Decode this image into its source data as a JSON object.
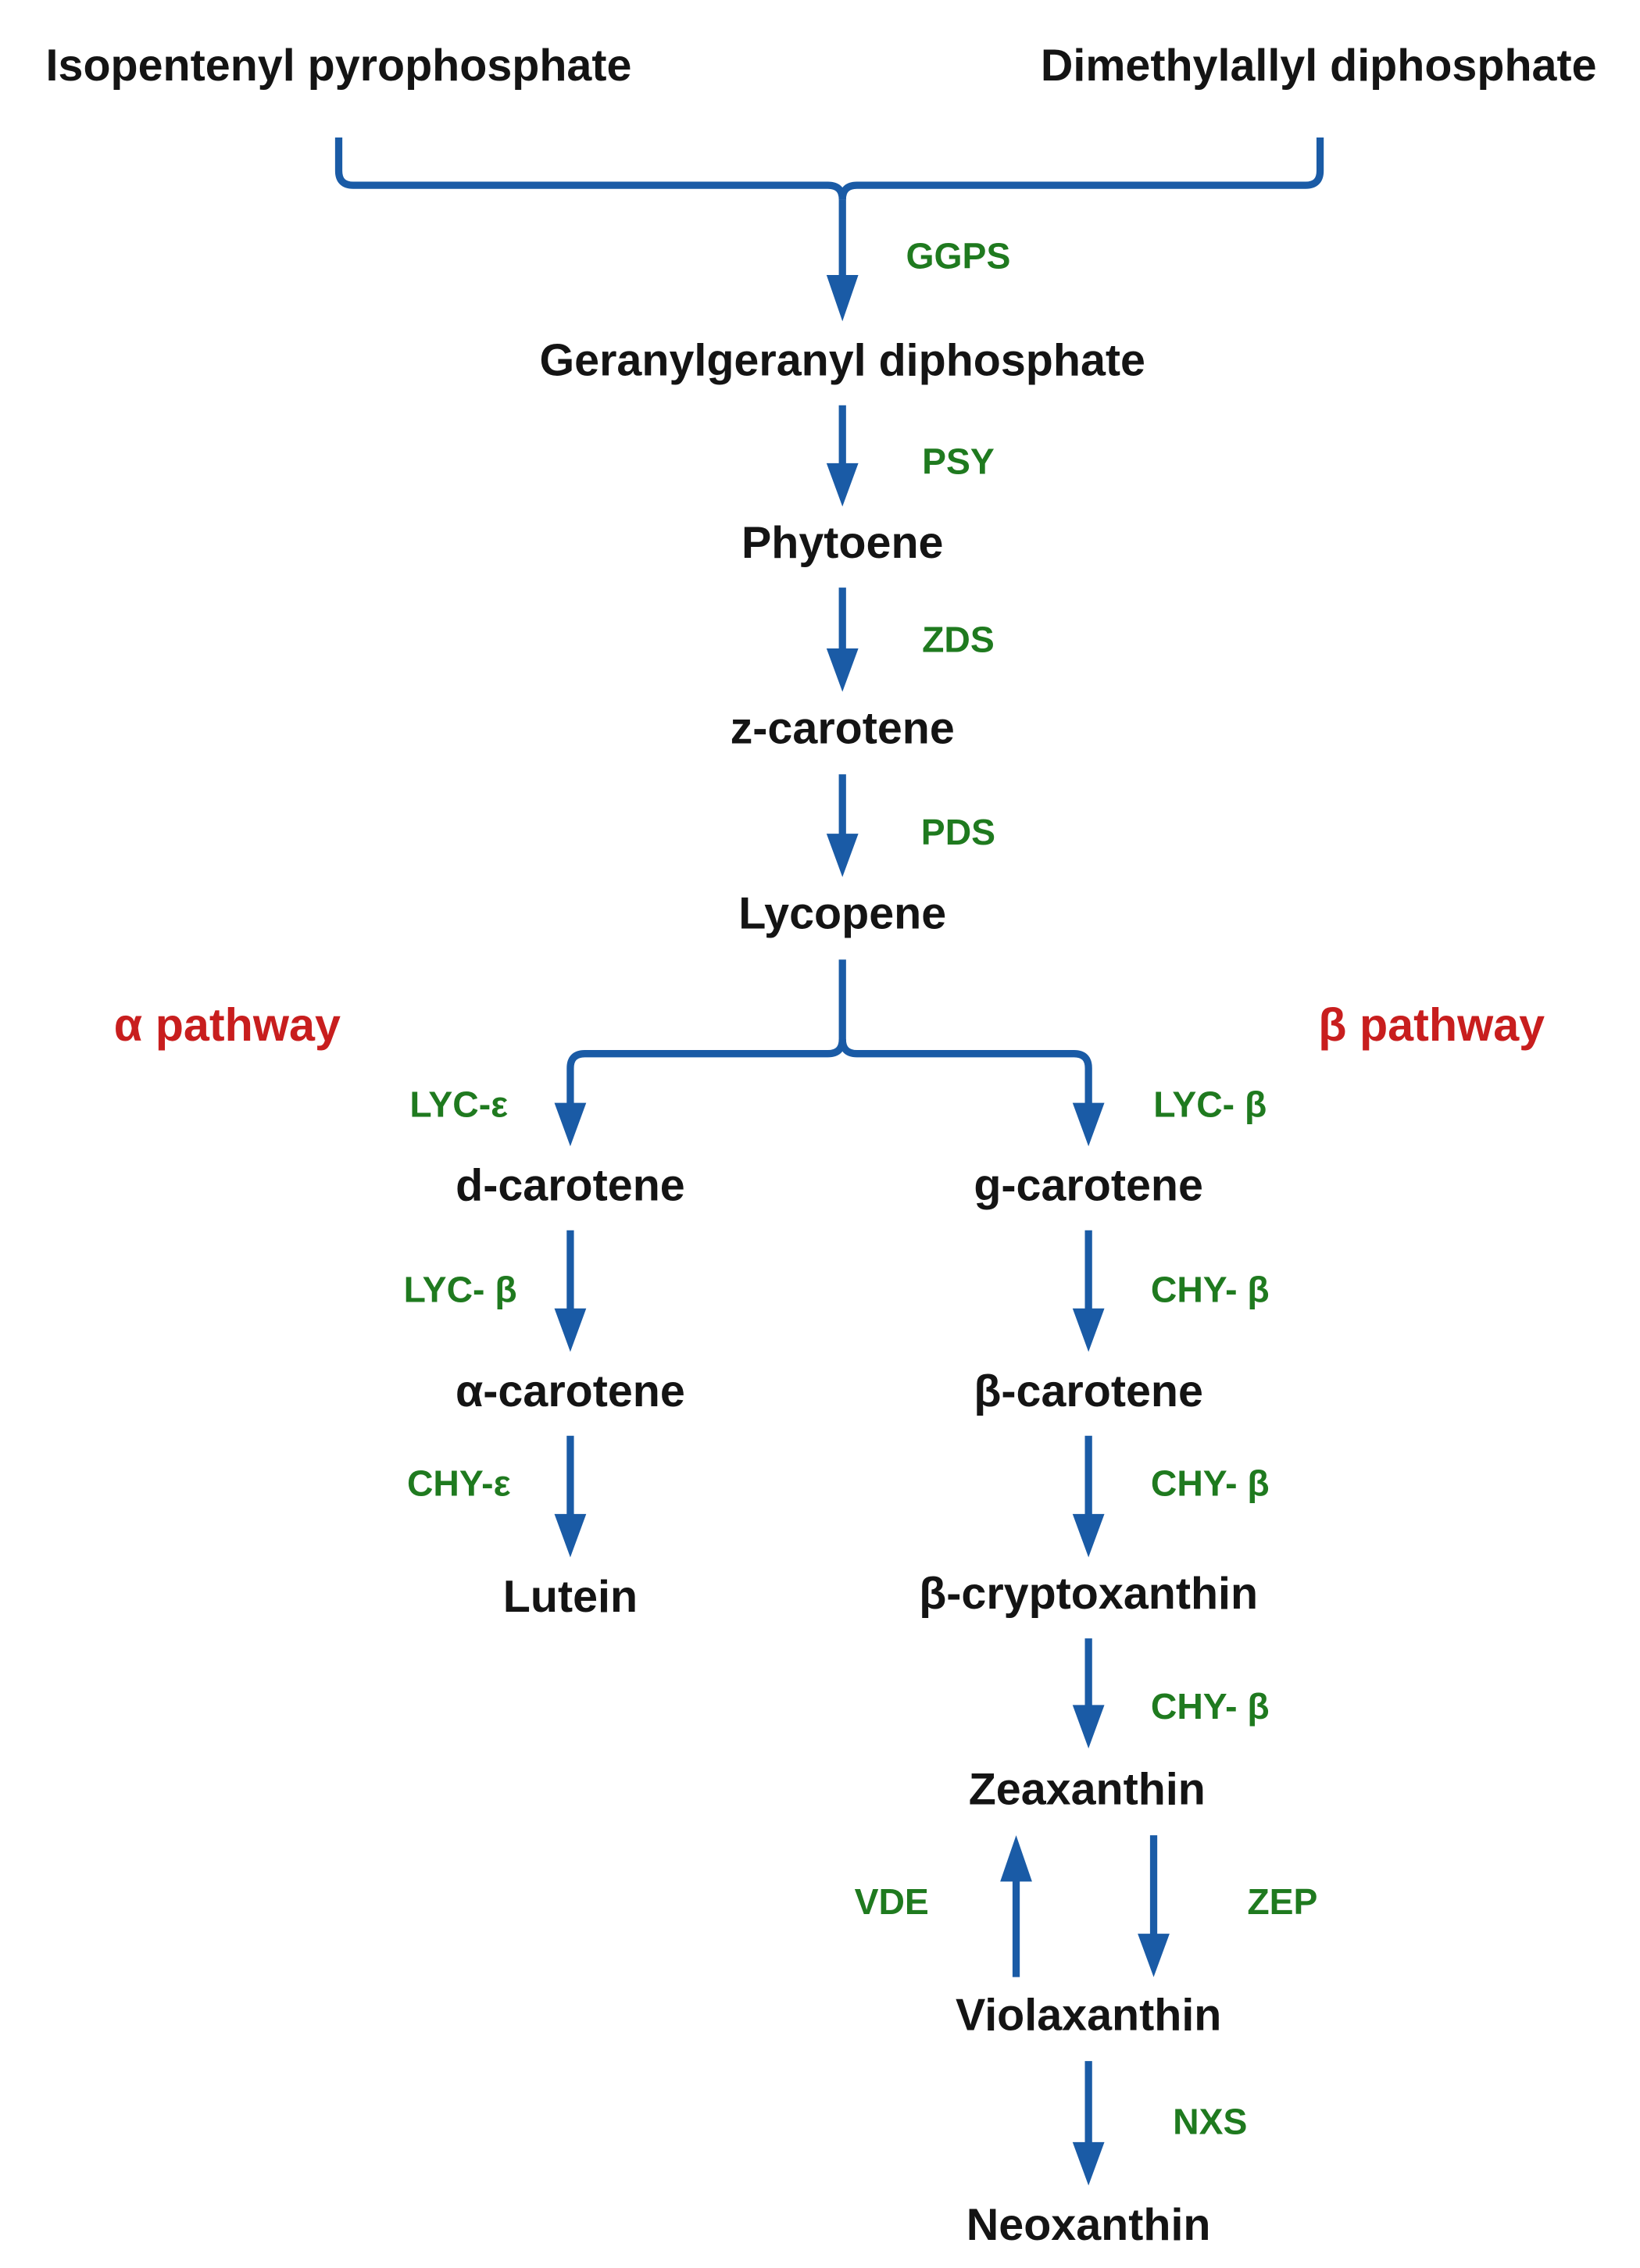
{
  "colors": {
    "node_text": "#141414",
    "enzyme_text": "#1f7a1f",
    "pathway_text": "#c81e1e",
    "arrow": "#1a5ba6",
    "background": "#ffffff"
  },
  "nodes": {
    "ipp": "Isopentenyl pyrophosphate",
    "dmapp": "Dimethylallyl diphosphate",
    "ggpp": "Geranylgeranyl diphosphate",
    "phytoene": "Phytoene",
    "z_carotene": "z-carotene",
    "lycopene": "Lycopene",
    "d_carotene": "d-carotene",
    "g_carotene": "g-carotene",
    "alpha_carotene": "α-carotene",
    "beta_carotene": "β-carotene",
    "lutein": "Lutein",
    "beta_cryptoxanthin": "β-cryptoxanthin",
    "zeaxanthin": "Zeaxanthin",
    "violaxanthin": "Violaxanthin",
    "neoxanthin": "Neoxanthin"
  },
  "enzymes": {
    "ggps": "GGPS",
    "psy": "PSY",
    "zds": "ZDS",
    "pds": "PDS",
    "lyc_epsilon": "LYC-ε",
    "lyc_beta_right": "LYC- β",
    "lyc_beta_left": "LYC- β",
    "chy_beta_1": "CHY- β",
    "chy_epsilon": "CHY-ε",
    "chy_beta_2": "CHY- β",
    "chy_beta_3": "CHY- β",
    "vde": "VDE",
    "zep": "ZEP",
    "nxs": "NXS"
  },
  "pathways": {
    "alpha": "α pathway",
    "beta": "β pathway"
  }
}
